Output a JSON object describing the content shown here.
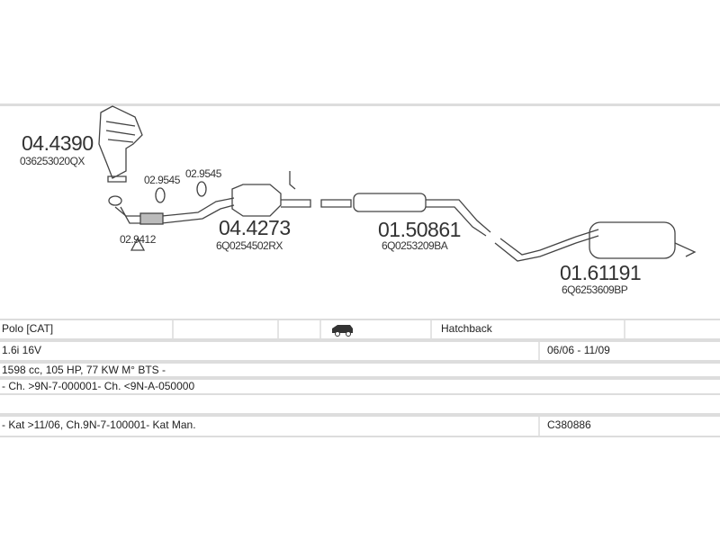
{
  "parts": [
    {
      "number": "04.4390",
      "oem": "036253020QX"
    },
    {
      "number": "02.9545"
    },
    {
      "number": "02.9545"
    },
    {
      "number": "02.9412"
    },
    {
      "number": "04.4273",
      "oem": "6Q0254502RX"
    },
    {
      "number": "01.50861",
      "oem": "6Q0253209BA"
    },
    {
      "number": "01.61191",
      "oem": "6Q6253609BP"
    }
  ],
  "table": {
    "model": "Polo  [CAT]",
    "body_icon": "car-icon",
    "body_type": "Hatchback",
    "engine": "1.6i 16V",
    "years": "06/06 - 11/09",
    "specs": "1598 cc, 105 HP, 77 KW M° BTS -",
    "chassis": "- Ch. >9N-7-000001- Ch. <9N-A-050000",
    "note": "- Kat >11/06, Ch.9N-7-100001- Kat Man.",
    "code": "C380886"
  }
}
